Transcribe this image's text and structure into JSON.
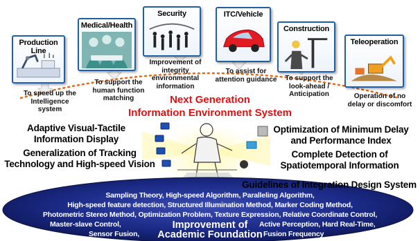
{
  "applications": [
    {
      "label": "Production Line",
      "caption": [
        "To speed up the",
        "Intelligence",
        "system"
      ]
    },
    {
      "label": "Medical/Health",
      "caption": [
        "To support the",
        "human function",
        "matching"
      ]
    },
    {
      "label": "Security",
      "caption": [
        "Improvement of",
        "integrity",
        "environmental",
        "information"
      ]
    },
    {
      "label": "ITC/Vehicle",
      "caption": [
        "To assist for",
        "attention guidance"
      ]
    },
    {
      "label": "Construction",
      "caption": [
        "To support the",
        "look-ahead /",
        "Anticipation"
      ]
    },
    {
      "label": "Teleoperation",
      "caption": [
        "Operation of no",
        "delay or discomfort"
      ]
    }
  ],
  "center_title": [
    "Next Generation",
    "Information Environment System"
  ],
  "left_features": [
    [
      "Adaptive Visual-Tactile",
      "Information Display"
    ],
    [
      "Generalization of Tracking",
      "Technology and High-speed Vision"
    ]
  ],
  "right_features": [
    [
      "Optimization of Minimum Delay",
      "and Performance Index"
    ],
    [
      "Complete Detection of",
      "Spatiotemporal Information"
    ],
    [
      "Guidelines of Integration Design System"
    ]
  ],
  "foundation": {
    "lines": [
      "Sampling Theory, High-speed Algorithm, Paralleling Algorithm,",
      "High-speed feature detection, Structured Illumination Method, Marker Coding Method,",
      "Photometric Stereo Method, Optimization Problem, Texture Expression, Relative Coordinate Control,"
    ],
    "left_lines": [
      "Master-slave Control,",
      "Sensor Fusion,"
    ],
    "right_lines": [
      "Active Perception, Hard Real-Time,",
      "Fusion Frequency"
    ],
    "heading": [
      "Improvement of",
      "Academic Foundation"
    ]
  },
  "colors": {
    "box_border": "#1f5fa8",
    "accent_red": "#e01010",
    "ellipse_fill": "#13206b",
    "dotted_arc": "#e06a1a"
  }
}
